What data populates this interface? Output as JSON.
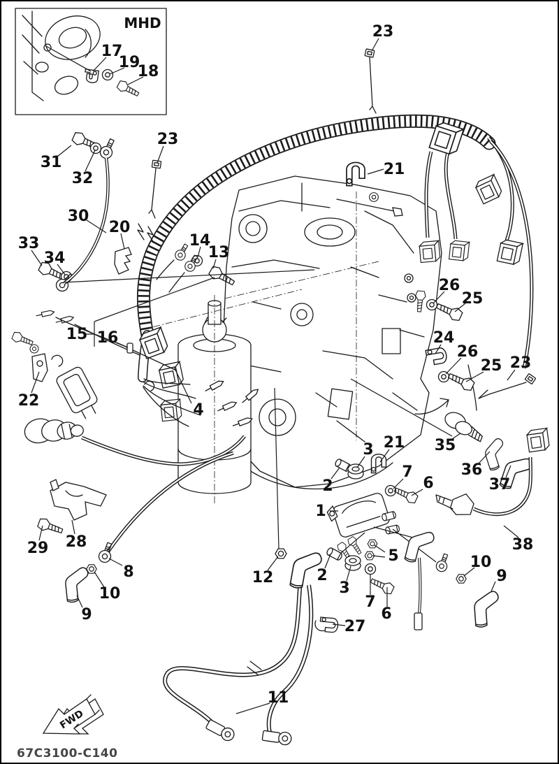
{
  "colors": {
    "ink": "#1a1a1a",
    "muted": "#454545",
    "bg": "#ffffff"
  },
  "diagram": {
    "inset_label": "MHD",
    "fwd_label": "FWD",
    "footer_code": "67C3100-C140"
  },
  "callouts": [
    {
      "n": "17"
    },
    {
      "n": "19"
    },
    {
      "n": "18"
    },
    {
      "n": "23"
    },
    {
      "n": "31"
    },
    {
      "n": "32"
    },
    {
      "n": "23"
    },
    {
      "n": "30"
    },
    {
      "n": "20"
    },
    {
      "n": "33"
    },
    {
      "n": "34"
    },
    {
      "n": "14"
    },
    {
      "n": "13"
    },
    {
      "n": "21"
    },
    {
      "n": "26"
    },
    {
      "n": "25"
    },
    {
      "n": "24"
    },
    {
      "n": "26"
    },
    {
      "n": "25"
    },
    {
      "n": "23"
    },
    {
      "n": "15"
    },
    {
      "n": "16"
    },
    {
      "n": "22"
    },
    {
      "n": "4"
    },
    {
      "n": "35"
    },
    {
      "n": "36"
    },
    {
      "n": "37"
    },
    {
      "n": "38"
    },
    {
      "n": "2"
    },
    {
      "n": "3"
    },
    {
      "n": "21"
    },
    {
      "n": "7"
    },
    {
      "n": "6"
    },
    {
      "n": "1"
    },
    {
      "n": "5"
    },
    {
      "n": "29"
    },
    {
      "n": "28"
    },
    {
      "n": "8"
    },
    {
      "n": "10"
    },
    {
      "n": "9"
    },
    {
      "n": "12"
    },
    {
      "n": "2"
    },
    {
      "n": "3"
    },
    {
      "n": "7"
    },
    {
      "n": "6"
    },
    {
      "n": "27"
    },
    {
      "n": "10"
    },
    {
      "n": "9"
    },
    {
      "n": "11"
    }
  ]
}
